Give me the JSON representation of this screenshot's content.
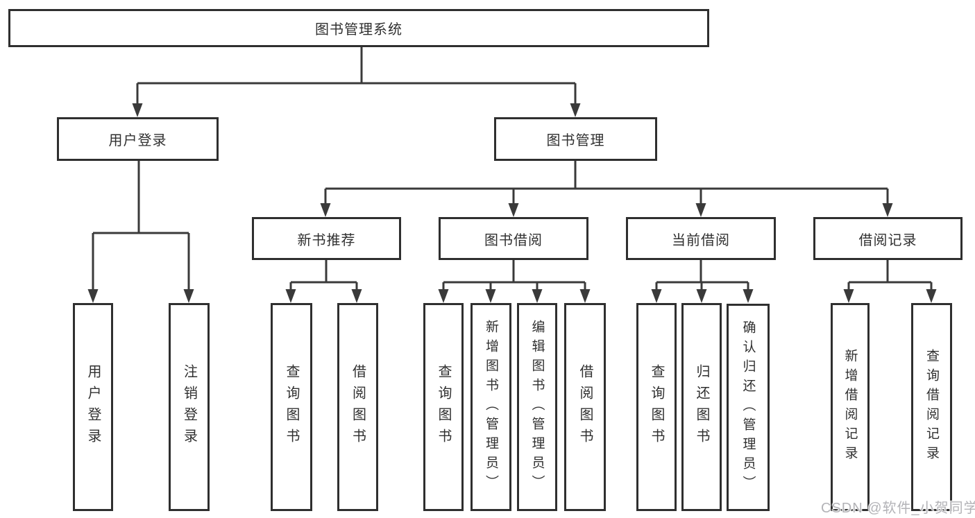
{
  "tree": {
    "root": {
      "label": "图书管理系统"
    },
    "level2": [
      {
        "label": "用户登录"
      },
      {
        "label": "图书管理"
      }
    ],
    "level3": [
      {
        "label": "新书推荐",
        "parent": "图书管理"
      },
      {
        "label": "图书借阅",
        "parent": "图书管理"
      },
      {
        "label": "当前借阅",
        "parent": "图书管理"
      },
      {
        "label": "借阅记录",
        "parent": "图书管理"
      }
    ],
    "leaves": [
      {
        "label": "用户登录",
        "parent": "用户登录"
      },
      {
        "label": "注销登录",
        "parent": "用户登录"
      },
      {
        "label": "查询图书",
        "parent": "新书推荐"
      },
      {
        "label": "借阅图书",
        "parent": "新书推荐"
      },
      {
        "label": "查询图书",
        "parent": "图书借阅"
      },
      {
        "label": "新增图书（管理员）",
        "parent": "图书借阅"
      },
      {
        "label": "编辑图书（管理员）",
        "parent": "图书借阅"
      },
      {
        "label": "借阅图书",
        "parent": "图书借阅"
      },
      {
        "label": "查询图书",
        "parent": "当前借阅"
      },
      {
        "label": "归还图书",
        "parent": "当前借阅"
      },
      {
        "label": "确认归还（管理员）",
        "parent": "当前借阅"
      },
      {
        "label": "新增借阅记录",
        "parent": "借阅记录"
      },
      {
        "label": "查询借阅记录",
        "parent": "借阅记录"
      }
    ]
  },
  "watermark": {
    "text": "CSDN @软件_小贺同学"
  },
  "colors": {
    "line": "#3a3a3a",
    "box_border": "#2f2f2f",
    "box_fill": "#ffffff",
    "text": "#303030",
    "background": "#ffffff",
    "watermark": "#b3b3b7"
  }
}
